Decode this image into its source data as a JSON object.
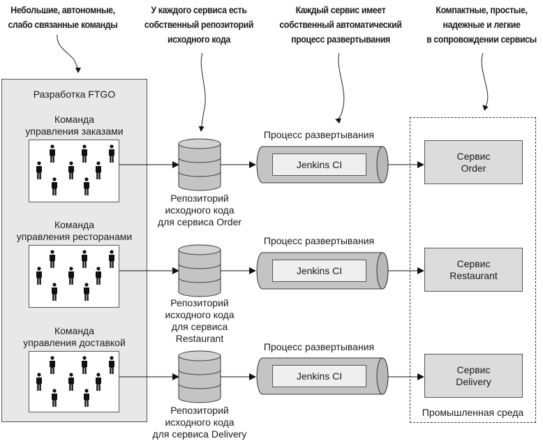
{
  "callouts": {
    "teams": [
      "Небольшие, автономные,",
      "слабо связанные команды"
    ],
    "repos": [
      "У каждого сервиса есть",
      "собственный репозиторий",
      "исходного кода"
    ],
    "pipelines": [
      "Каждый сервис имеет",
      "собственный автоматический",
      "процесс развертывания"
    ],
    "services": [
      "Компактные, простые,",
      "надежные и легкие",
      "в сопровождении сервисы"
    ]
  },
  "dev_org": {
    "title": "Разработка FTGO",
    "teams": [
      {
        "line1": "Команда",
        "line2": "управления заказами"
      },
      {
        "line1": "Команда",
        "line2": "управления ресторанами"
      },
      {
        "line1": "Команда",
        "line2": "управления доставкой"
      }
    ]
  },
  "repos": [
    {
      "lines": [
        "Репозиторий",
        "исходного кода",
        "для сервиса Order"
      ]
    },
    {
      "lines": [
        "Репозиторий",
        "исходного кода",
        "для сервиса",
        "Restaurant"
      ]
    },
    {
      "lines": [
        "Репозиторий",
        "исходного кода",
        "для сервиса Delivery"
      ]
    }
  ],
  "pipelines": [
    {
      "title": "Процесс развертывания",
      "tool": "Jenkins CI"
    },
    {
      "title": "Процесс развертывания",
      "tool": "Jenkins CI"
    },
    {
      "title": "Процесс развертывания",
      "tool": "Jenkins CI"
    }
  ],
  "production": {
    "label": "Промышленная среда",
    "services": [
      {
        "line1": "Сервис",
        "line2": "Order"
      },
      {
        "line1": "Сервис",
        "line2": "Restaurant"
      },
      {
        "line1": "Сервис",
        "line2": "Delivery"
      }
    ]
  },
  "colors": {
    "dev_box_fill": "#e8e8e8",
    "cylinder_fill": "#c4c4c4",
    "service_fill": "#dcdcdc",
    "jenkins_fill": "#efefef",
    "outline": "#555555"
  }
}
